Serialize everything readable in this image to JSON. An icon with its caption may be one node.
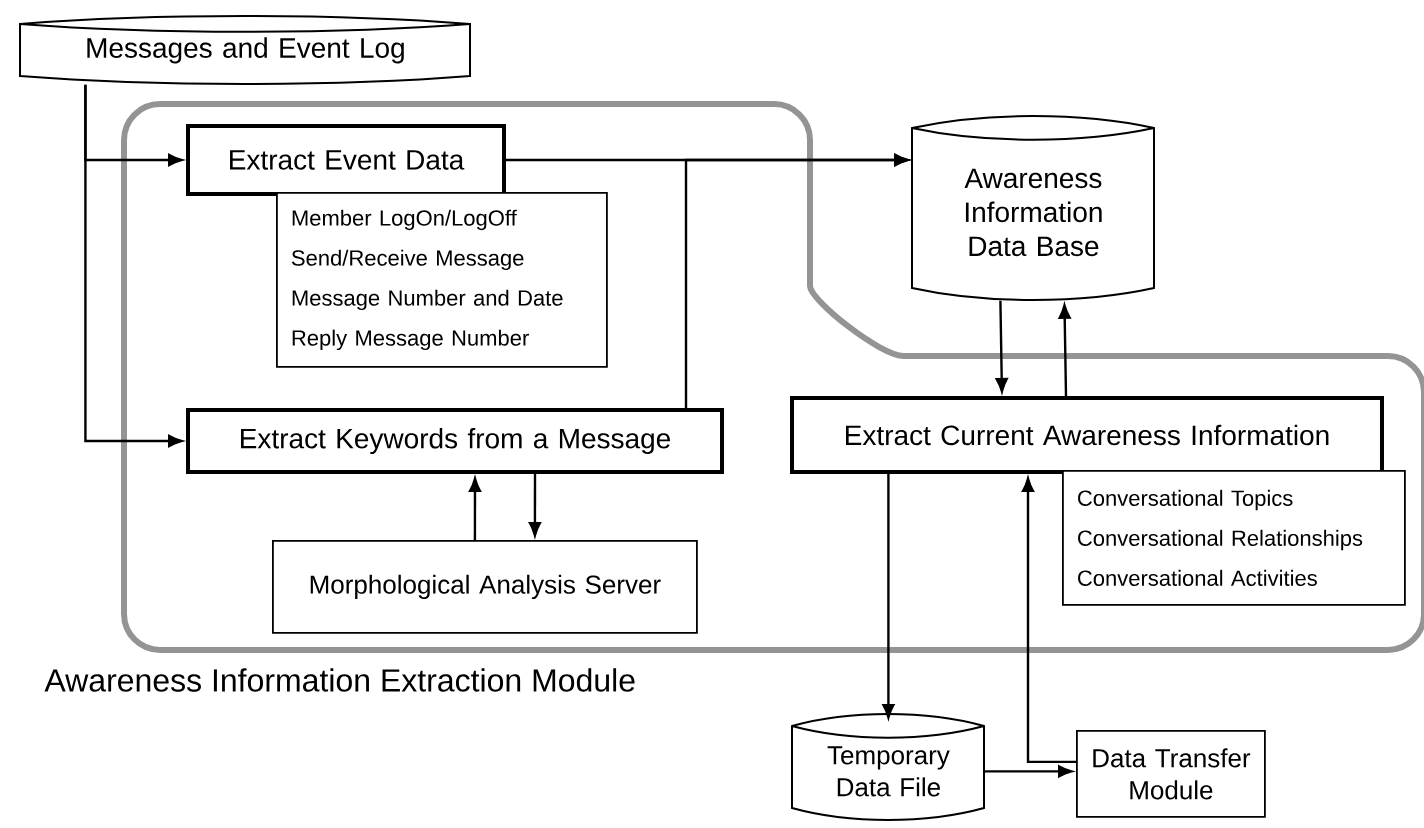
{
  "diagram": {
    "nodes": [
      {
        "text": [
          "Messages and Event Log"
        ]
      },
      {
        "text": [
          "Awareness Information Extraction Module"
        ]
      },
      {
        "text": [
          "Extract Event Data"
        ],
        "in": 1
      },
      {
        "text": [
          "Member LogOn/LogOff",
          "Send/Receive Message",
          "Message Number and Date",
          "Reply Message Number"
        ],
        "in": 1
      },
      {
        "text": [
          "Extract Keywords from a Message"
        ],
        "in": 1
      },
      {
        "text": [
          "Morphological Analysis Server"
        ],
        "in": 1
      },
      {
        "text": [
          "Awareness Information Data Base"
        ]
      },
      {
        "text": [
          "Extract Current Awareness Information"
        ],
        "in": 1
      },
      {
        "text": [
          "Conversational Topics",
          "Conversational Relationships",
          "Conversational Activities"
        ],
        "in": 1
      },
      {
        "text": [
          "Temporary Data File"
        ]
      },
      {
        "text": [
          "Data Transfer Module"
        ]
      }
    ],
    "edges": [
      {
        "from": 0,
        "to": 2,
        "arrow": "to"
      },
      {
        "from": 0,
        "to": 4,
        "arrow": "to"
      },
      {
        "from": 2,
        "to": 6,
        "arrow": "to"
      },
      {
        "from": 4,
        "to": 6,
        "arrow": "to"
      },
      {
        "from": 4,
        "to": 5,
        "arrow": "to"
      },
      {
        "from": 5,
        "to": 4,
        "arrow": "to"
      },
      {
        "from": 6,
        "to": 7,
        "arrow": "to"
      },
      {
        "from": 7,
        "to": 6,
        "arrow": "to"
      },
      {
        "from": 7,
        "to": 9,
        "arrow": "to"
      },
      {
        "from": 9,
        "to": 10,
        "arrow": "to"
      },
      {
        "from": 10,
        "to": 7,
        "arrow": "to"
      }
    ]
  }
}
